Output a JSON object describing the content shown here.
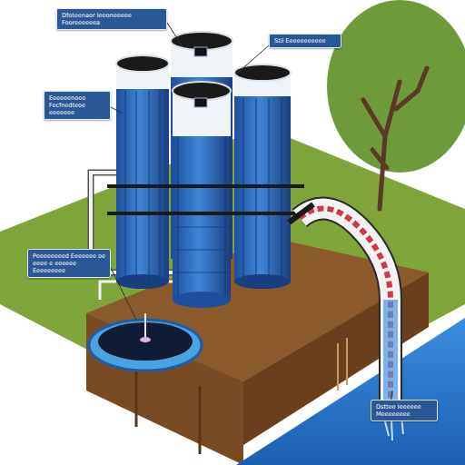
{
  "diagram": {
    "nodes": [
      {
        "text": [
          "Dfoteenaor Ieeoneeeee Fooreeeeeea"
        ]
      },
      {
        "text": [
          "Stil Eeeeeeeeeee"
        ]
      },
      {
        "text": [
          "Eeeeeenoeo Fecfnedteoe eeeeeee"
        ]
      },
      {
        "text": [
          "Peeeeeeeed Eeeeeee oe eeee e eeeeee Eeeeeeeee"
        ]
      },
      {
        "text": [
          "Dsttee Ieeeeee Meeeeeeee"
        ]
      }
    ]
  }
}
